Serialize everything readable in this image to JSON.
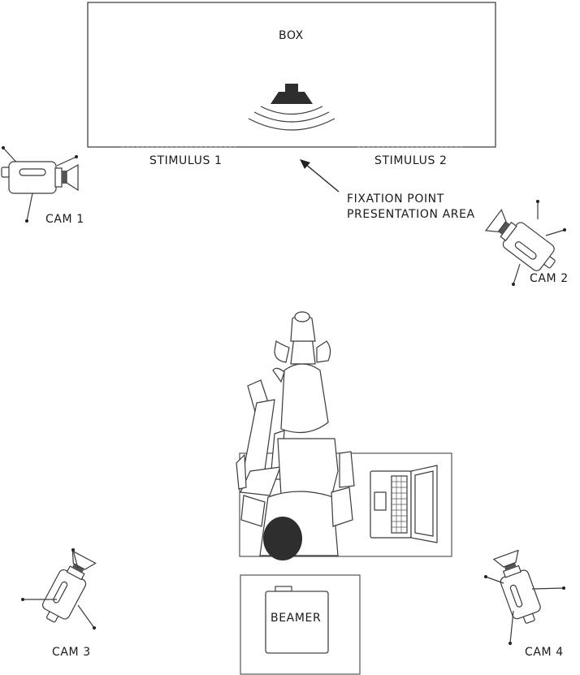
{
  "labels": {
    "box": "BOX",
    "stimulus_1": "STIMULUS 1",
    "stimulus_2": "STIMULUS 2",
    "fixation_line1": "FIXATION POINT",
    "fixation_line2": "PRESENTATION AREA",
    "cam_1": "CAM 1",
    "cam_2": "CAM 2",
    "cam_3": "CAM 3",
    "cam_4": "CAM 4",
    "beamer": "BEAMER"
  },
  "icons": [
    "camera-icon",
    "speaker-icon",
    "arrow-icon",
    "dog-icon",
    "person-icon",
    "laptop-icon",
    "beamer-icon"
  ]
}
